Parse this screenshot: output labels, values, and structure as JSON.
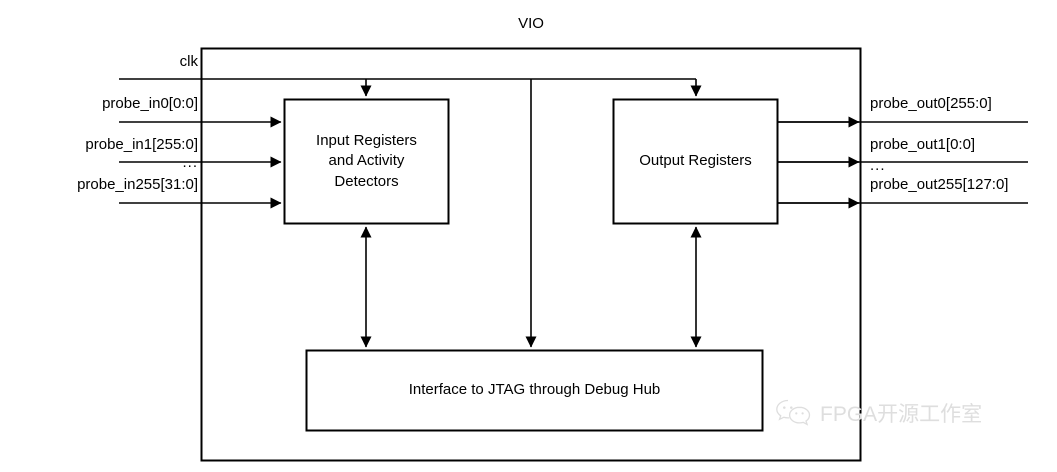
{
  "diagram": {
    "title": "VIO",
    "clock": {
      "label": "clk"
    },
    "inputs": [
      {
        "label": "probe_in0[0:0]"
      },
      {
        "label": "probe_in1[255:0]"
      },
      {
        "label": "probe_in255[31:0]"
      }
    ],
    "input_ellipsis": "...",
    "outputs": [
      {
        "label": "probe_out0[255:0]"
      },
      {
        "label": "probe_out1[0:0]"
      },
      {
        "label": "probe_out255[127:0]"
      }
    ],
    "output_ellipsis": "...",
    "blocks": [
      {
        "id": "input-registers",
        "label": "Input Registers\nand Activity\nDetectors"
      },
      {
        "id": "output-registers",
        "label": "Output Registers"
      },
      {
        "id": "jtag-interface",
        "label": "Interface to JTAG through Debug Hub"
      }
    ],
    "watermark": {
      "text": "FPGA开源工作室"
    },
    "colors": {
      "line": "#000000",
      "text": "#000000",
      "background": "#ffffff",
      "watermark": "#dedede"
    }
  }
}
